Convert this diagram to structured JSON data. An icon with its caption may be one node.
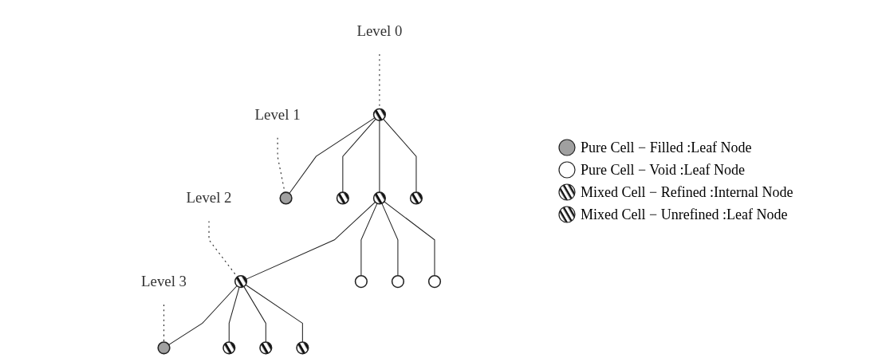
{
  "diagram": {
    "nodes": [
      {
        "text": [
          "Level 0"
        ]
      },
      {
        "text": [
          "Level 1"
        ]
      },
      {
        "text": [
          "Level 2"
        ]
      },
      {
        "text": [
          "Level 3"
        ]
      },
      {
        "text": [],
        "shape": "circle"
      },
      {
        "text": [],
        "shape": "circle"
      },
      {
        "text": [],
        "shape": "circle"
      },
      {
        "text": [],
        "shape": "circle"
      },
      {
        "text": [],
        "shape": "circle"
      },
      {
        "text": [],
        "shape": "circle"
      },
      {
        "text": [],
        "shape": "circle"
      },
      {
        "text": [],
        "shape": "circle"
      },
      {
        "text": [],
        "shape": "circle"
      },
      {
        "text": [],
        "shape": "circle"
      },
      {
        "text": [],
        "shape": "circle"
      },
      {
        "text": [],
        "shape": "circle"
      },
      {
        "text": [],
        "shape": "circle"
      }
    ],
    "edges": [
      {
        "from": 0,
        "to": 4,
        "arrow": "none",
        "style": "dashed"
      },
      {
        "from": 1,
        "to": 5,
        "arrow": "none",
        "style": "dashed"
      },
      {
        "from": 2,
        "to": 9,
        "arrow": "none",
        "style": "dashed"
      },
      {
        "from": 3,
        "to": 13,
        "arrow": "none",
        "style": "dashed"
      },
      {
        "from": 4,
        "to": 5,
        "arrow": "none"
      },
      {
        "from": 4,
        "to": 6,
        "arrow": "none"
      },
      {
        "from": 4,
        "to": 7,
        "arrow": "none"
      },
      {
        "from": 4,
        "to": 8,
        "arrow": "none"
      },
      {
        "from": 7,
        "to": 9,
        "arrow": "none"
      },
      {
        "from": 7,
        "to": 10,
        "arrow": "none"
      },
      {
        "from": 7,
        "to": 11,
        "arrow": "none"
      },
      {
        "from": 7,
        "to": 12,
        "arrow": "none"
      },
      {
        "from": 9,
        "to": 13,
        "arrow": "none"
      },
      {
        "from": 9,
        "to": 14,
        "arrow": "none"
      },
      {
        "from": 9,
        "to": 15,
        "arrow": "none"
      },
      {
        "from": 9,
        "to": 16,
        "arrow": "none"
      }
    ],
    "legend": [
      {
        "text": "Pure Cell − Filled :Leaf Node",
        "color": "#a0a0a0"
      },
      {
        "text": "Pure Cell − Void :Leaf Node"
      },
      {
        "text": "Mixed Cell − Refined :Internal Node"
      },
      {
        "text": "Mixed Cell − Unrefined :Leaf Node"
      }
    ]
  }
}
